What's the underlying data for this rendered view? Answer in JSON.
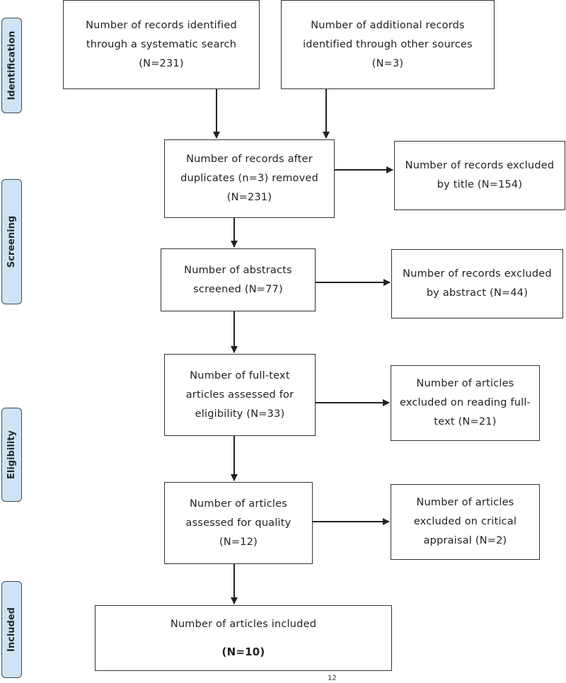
{
  "phases": {
    "identification": "Identification",
    "screening": "Screening",
    "eligibility": "Eligibility",
    "included": "Included"
  },
  "boxes": {
    "records_identified": [
      "Number of records identified",
      "through a systematic search",
      "(N=231)"
    ],
    "additional_records": [
      "Number of additional records",
      "identified through other sources",
      "(N=3)"
    ],
    "after_duplicates": [
      "Number of records after",
      "duplicates (n=3) removed",
      "(N=231)"
    ],
    "excluded_title": [
      "Number of records excluded",
      "by title (N=154)"
    ],
    "abstracts_screened": [
      "Number of abstracts",
      "screened (N=77)"
    ],
    "excluded_abstract": [
      "Number of records excluded",
      "by abstract (N=44)"
    ],
    "fulltext_assessed": [
      "Number of full-text",
      "articles assessed for",
      "eligibility (N=33)"
    ],
    "excluded_fulltext": [
      "Number of articles",
      "excluded on reading full-",
      "text (N=21)"
    ],
    "quality_assessed": [
      "Number of articles",
      "assessed for quality",
      "(N=12)"
    ],
    "excluded_appraisal": [
      "Number of articles",
      "excluded on critical",
      "appraisal (N=2)"
    ],
    "included": [
      "Number of articles included",
      "(N=10)"
    ]
  },
  "footnote": "12"
}
